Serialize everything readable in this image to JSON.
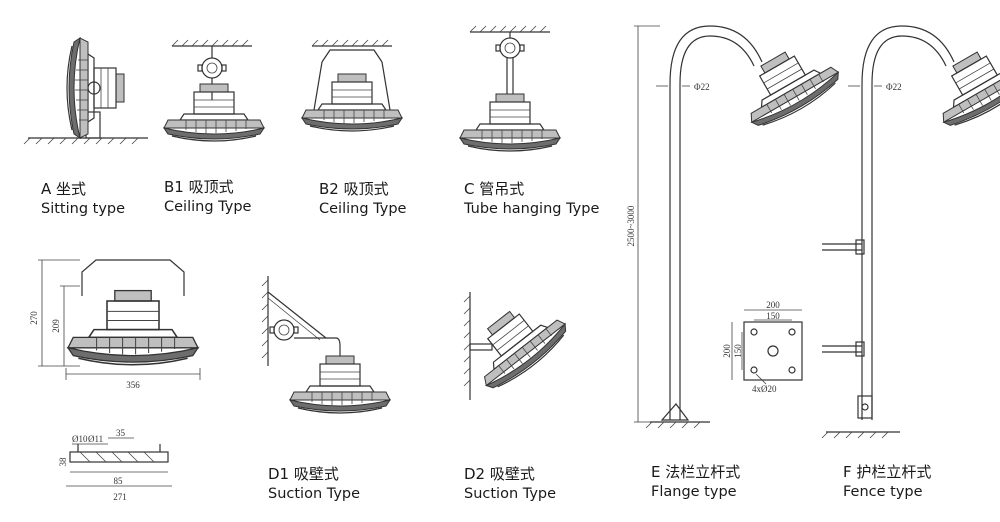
{
  "captions": {
    "a": {
      "cn": "A 坐式",
      "en": "Sitting type"
    },
    "b1": {
      "cn": "B1 吸顶式",
      "en": "Ceiling  Type"
    },
    "b2": {
      "cn": "B2 吸顶式",
      "en": "Ceiling  Type"
    },
    "c": {
      "cn": "C 管吊式",
      "en": "Tube hanging Type"
    },
    "d1": {
      "cn": "D1 吸壁式",
      "en": "Suction Type"
    },
    "d2": {
      "cn": "D2 吸壁式",
      "en": "Suction Type"
    },
    "e": {
      "cn": "E 法栏立杆式",
      "en": "Flange type"
    },
    "f": {
      "cn": "F 护栏立杆式",
      "en": "Fence type"
    }
  },
  "dimensions": {
    "height_total": "270",
    "height_body": "209",
    "width_total": "356",
    "bracket_holes": "Ø10",
    "bracket_holes2": "Ø11",
    "bracket_slot": "35",
    "bracket_height": "38",
    "bracket_inner": "85",
    "bracket_length": "271",
    "pole_diameter_e": "Φ22",
    "pole_diameter_f": "Φ22",
    "pole_height": "2500~3000",
    "flange_outer": "200",
    "flange_inner": "150",
    "flange_outer_v": "200",
    "flange_inner_v": "150",
    "flange_holes": "4xØ20"
  }
}
